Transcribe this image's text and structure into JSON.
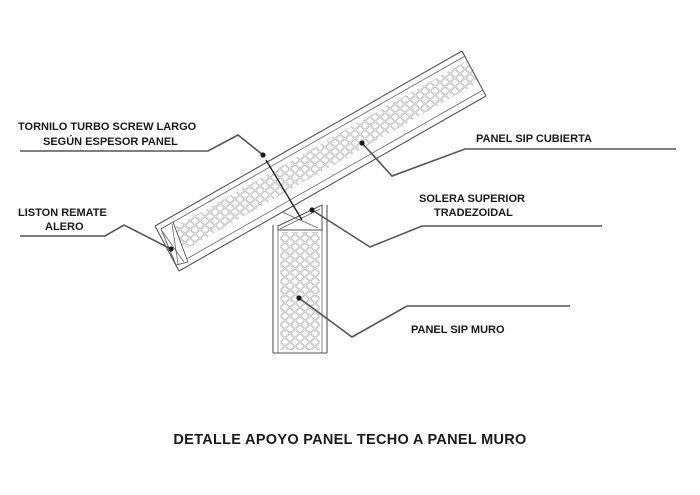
{
  "title": "DETALLE APOYO PANEL TECHO A PANEL MURO",
  "labels": {
    "screw_line1": "TORNILO TURBO SCREW LARGO",
    "screw_line2": "SEGÚN ESPESOR PANEL",
    "roof_panel": "PANEL SIP CUBIERTA",
    "eave_line1": "LISTON REMATE",
    "eave_line2": "ALERO",
    "plate_line1": "SOLERA SUPERIOR",
    "plate_line2": "TRADEZOIDAL",
    "wall_panel": "PANEL SIP MURO"
  },
  "colors": {
    "ink": "#1a1a1a",
    "leader": "#555555"
  }
}
